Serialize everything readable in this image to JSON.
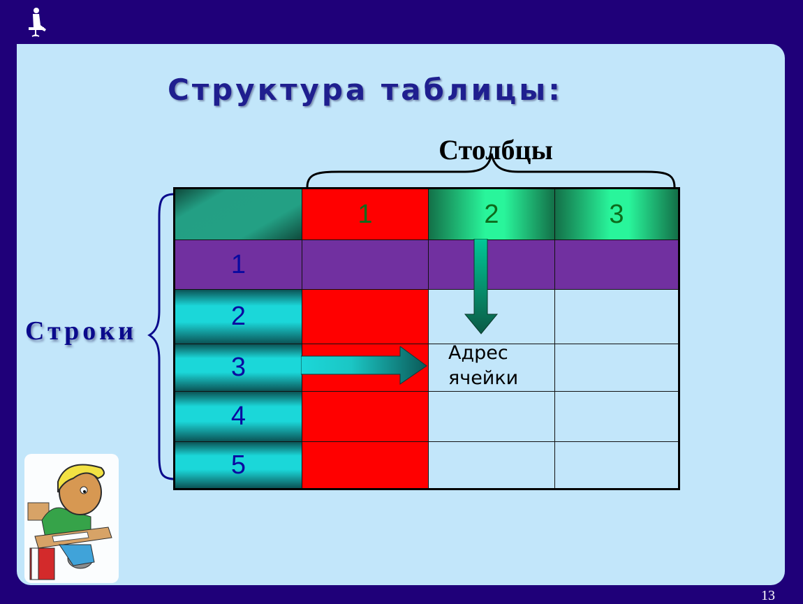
{
  "slide": {
    "title": "Структура таблицы:",
    "page_number": "13",
    "columns_label": "Столбцы",
    "rows_label": "Строки",
    "cell_address_label_line1": "Адрес",
    "cell_address_label_line2": "ячейки"
  },
  "table": {
    "column_headers": [
      "1",
      "2",
      "3"
    ],
    "row_headers": [
      "1",
      "2",
      "3",
      "4",
      "5"
    ],
    "colors": {
      "highlighted_column": "#ff0000",
      "highlighted_row": "#7130a0",
      "column_header": "#29f59b",
      "row_header": "#1bd7d9",
      "corner": "#23a084",
      "empty_cell": "#c2e6fa"
    }
  },
  "theme": {
    "frame": "#1f0079",
    "panel": "#c2e6fa",
    "title_color": "#1f1f8f",
    "rows_label_color": "#0a0a8c"
  },
  "icons": {
    "logo": "seated-person-icon",
    "illustration": "thinking-student-at-desk",
    "down_arrow": "arrow-down-icon",
    "right_arrow": "arrow-right-icon"
  }
}
